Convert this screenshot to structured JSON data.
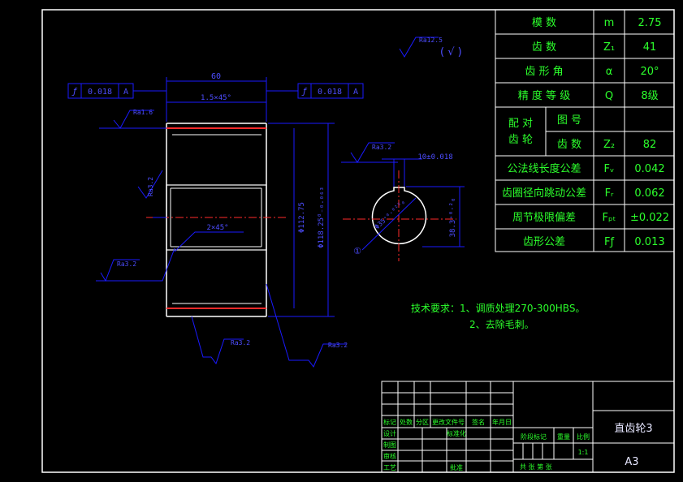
{
  "params": {
    "r1": {
      "label": "模        数",
      "sym": "m",
      "val": "2.75"
    },
    "r2": {
      "label": "齿        数",
      "sym": "Z₁",
      "val": "41"
    },
    "r3": {
      "label": "齿  形  角",
      "sym": "α",
      "val": "20°"
    },
    "r4": {
      "label": "精 度 等 级",
      "sym": "Q",
      "val": "8级"
    },
    "r5": {
      "group": "配 对",
      "group2": "齿 轮",
      "sub1": "图 号",
      "sub2": "齿 数",
      "sym": "Z₂",
      "val": "82"
    },
    "r6": {
      "label": "公法线长度公差",
      "sym": "Fᵥ",
      "val": "0.042"
    },
    "r7": {
      "label": "齿圈径向跳动公差",
      "sym": "Fᵣ",
      "val": "0.062"
    },
    "r8": {
      "label": "周节极限偏差",
      "sym": "Fₚₜ",
      "val": "±0.022"
    },
    "r9": {
      "label": "齿形公差",
      "sym": "Fƒ",
      "val": "0.013"
    }
  },
  "tolerance_frames": {
    "left": {
      "value": "0.018",
      "datum": "A"
    },
    "right": {
      "value": "0.018",
      "datum": "A"
    }
  },
  "roughness": {
    "general": "Ra12.5",
    "general_note": "( √ )",
    "top": "Ra1.6",
    "left_mid": "Ra3.2",
    "bore": "Ra3.2",
    "bottom_left": "Ra3.2",
    "bottom_right": "Ra3.2",
    "keyway": "Ra3.2"
  },
  "dims": {
    "width": "60",
    "chamfer_top": "1.5×45°",
    "chamfer_bore": "2×45°",
    "bore_dia": "Φ112.75",
    "outer_dia": "Φ118.25⁰₋₀.₀₆₃",
    "keyway_width": "10±0.018",
    "keyway_depth": "38.3⁺⁰·²₀",
    "hole_dia": "Φ35⁺⁰·⁰²⁵₀",
    "callout": "①"
  },
  "notes": {
    "line1": "技术要求：1、调质处理270-300HBS。",
    "line2": "2、去除毛刺。"
  },
  "title_block": {
    "part_name": "直齿轮3",
    "sheet": "A3",
    "r1": [
      "标记",
      "处数",
      "分区",
      "更改文件号",
      "签名",
      "年月日"
    ],
    "design": "设计",
    "std": "标准化",
    "check": "审核",
    "craft": "工艺",
    "approve": "批准",
    "draw": "制图",
    "stage": "阶段标记",
    "weight": "重量",
    "scale": "比例",
    "scale_val": "1:1",
    "sheets": "共    张  第    张"
  }
}
